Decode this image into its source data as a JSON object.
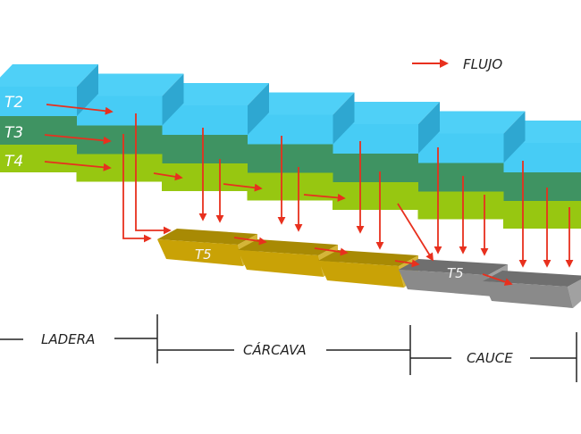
{
  "legend": {
    "icon": "red-arrow-icon",
    "label": "FLUJO"
  },
  "layers": [
    {
      "id": "T2",
      "label": "T2",
      "color": "#47ccf5",
      "top_color": "#4fd0f7",
      "side_color": "#2ea7d1"
    },
    {
      "id": "T3",
      "label": "T3",
      "color": "#3f9362"
    },
    {
      "id": "T4",
      "label": "T4",
      "color": "#97c711"
    }
  ],
  "deposits": [
    {
      "label": "T5",
      "zone": "CÁRCAVA",
      "color": "#c9a206",
      "top_color": "#a88a04"
    },
    {
      "label": "T5",
      "zone": "CAUCE",
      "color": "#8a8a8a",
      "top_color": "#6f6f6f"
    }
  ],
  "zones": [
    {
      "label": "LADERA"
    },
    {
      "label": "CÁRCAVA"
    },
    {
      "label": "CAUCE"
    }
  ],
  "colors": {
    "flow": "#e8301e",
    "line": "#222222"
  }
}
